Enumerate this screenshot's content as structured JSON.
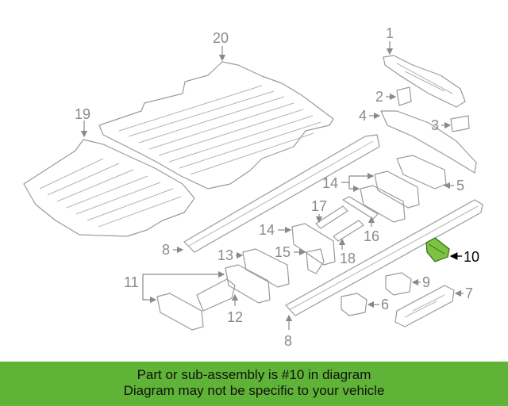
{
  "diagram": {
    "highlight_color": "#7dc242",
    "labels": {
      "p1": "1",
      "p2": "2",
      "p3": "3",
      "p4": "4",
      "p5": "5",
      "p6": "6",
      "p7": "7",
      "p8a": "8",
      "p8b": "8",
      "p9": "9",
      "p10": "10",
      "p11": "11",
      "p12": "12",
      "p13": "13",
      "p14a": "14",
      "p14b": "14",
      "p15": "15",
      "p16": "16",
      "p17": "17",
      "p18": "18",
      "p19": "19",
      "p20": "20"
    }
  },
  "banner": {
    "background": "#5fb336",
    "line1": "Part or sub-assembly is #10 in diagram",
    "line2": "Diagram may not be specific to your vehicle"
  }
}
